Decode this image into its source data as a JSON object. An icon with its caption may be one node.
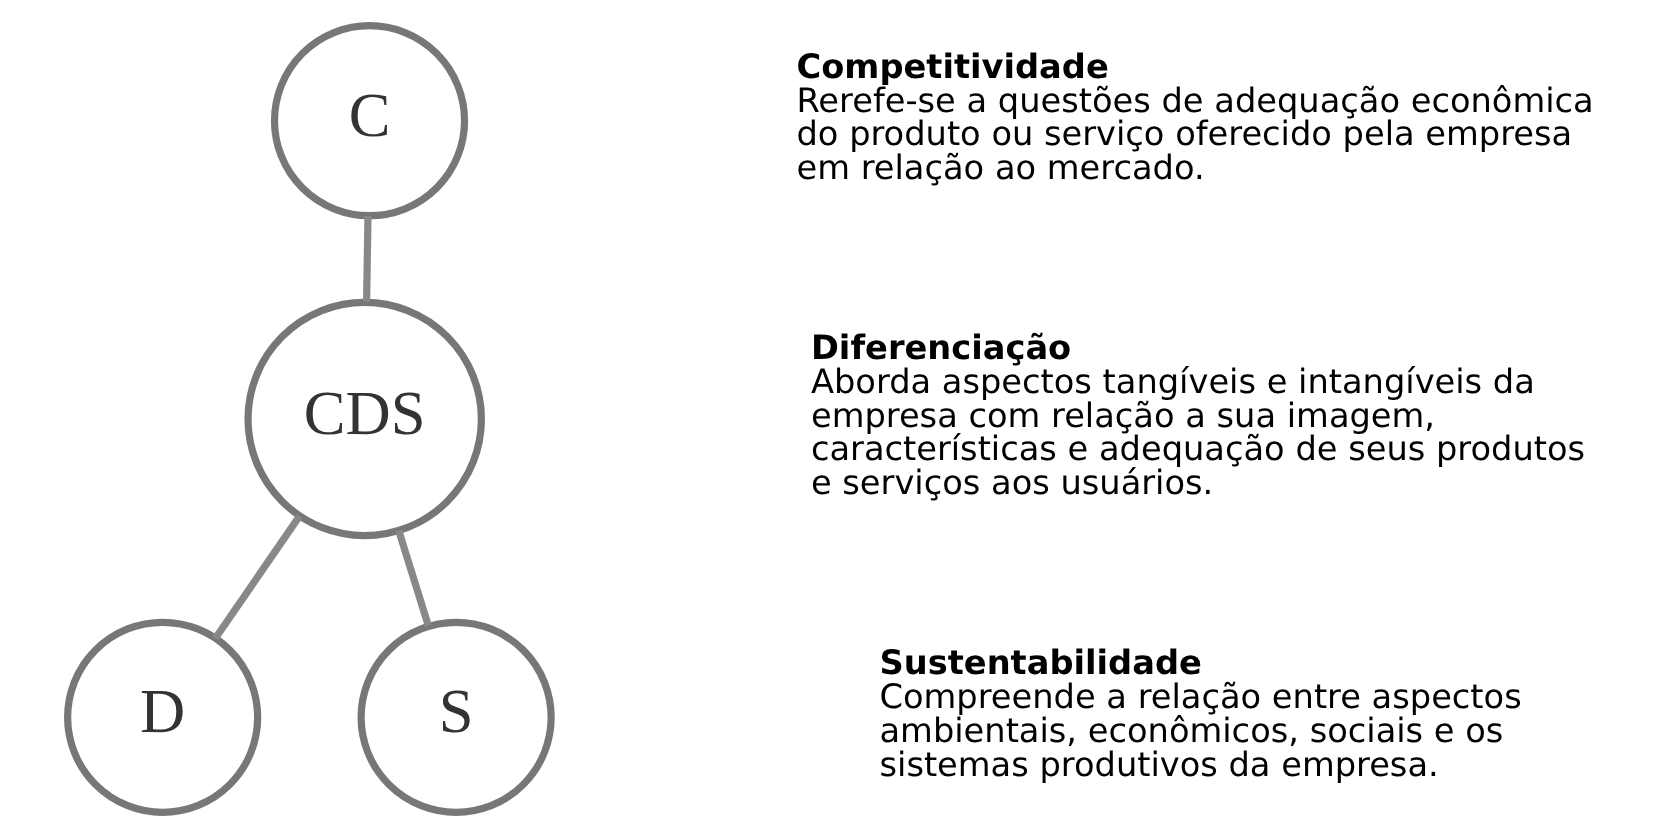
{
  "diagram": {
    "nodes": [
      {
        "text": [
          "C"
        ]
      },
      {
        "text": [
          "CDS"
        ]
      },
      {
        "text": [
          "D"
        ]
      },
      {
        "text": [
          "S"
        ]
      }
    ],
    "edges": [
      {
        "from": 1,
        "to": 0,
        "arrow": "none"
      },
      {
        "from": 1,
        "to": 2,
        "arrow": "none"
      },
      {
        "from": 1,
        "to": 3,
        "arrow": "none"
      }
    ],
    "labels": [
      "Competitividade",
      "Rerefe-se a questões de adequação econômica do produto ou serviço oferecido pela empresa em relação ao mercado.",
      "Diferenciação",
      "Aborda aspectos tangíveis e intangíveis da empresa com relação a sua imagem, características e adequação de seus produtos e serviços aos usuários.",
      "Sustentabilidade",
      "Compreende a relação entre aspectos ambientais, econômicos, sociais e os sistemas produtivos da empresa."
    ]
  }
}
